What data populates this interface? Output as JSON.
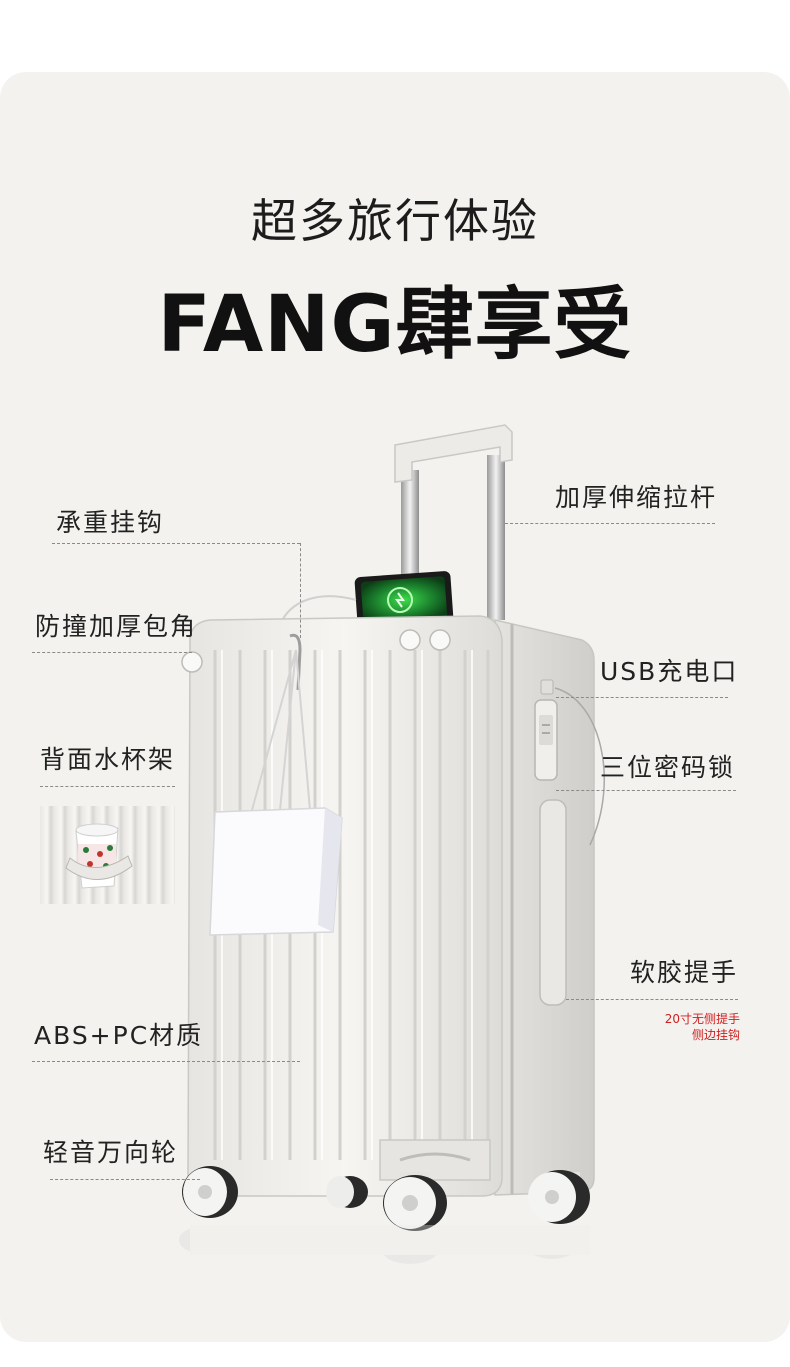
{
  "header": {
    "subtitle": "超多旅行体验",
    "title": "FANG肆享受"
  },
  "features_left": [
    {
      "label": "承重挂钩"
    },
    {
      "label": "防撞加厚包角"
    },
    {
      "label": "背面水杯架"
    },
    {
      "label": "ABS+PC材质"
    },
    {
      "label": "轻音万向轮"
    }
  ],
  "features_right": [
    {
      "label": "加厚伸缩拉杆"
    },
    {
      "label": "USB充电口"
    },
    {
      "label": "三位密码锁"
    },
    {
      "label": "软胶提手"
    }
  ],
  "handle_note": {
    "line1": "20寸无侧提手",
    "line2": "侧边挂钩"
  },
  "colors": {
    "note": "#d02020",
    "suitcase": "#f1f0ec",
    "text": "#222222"
  }
}
